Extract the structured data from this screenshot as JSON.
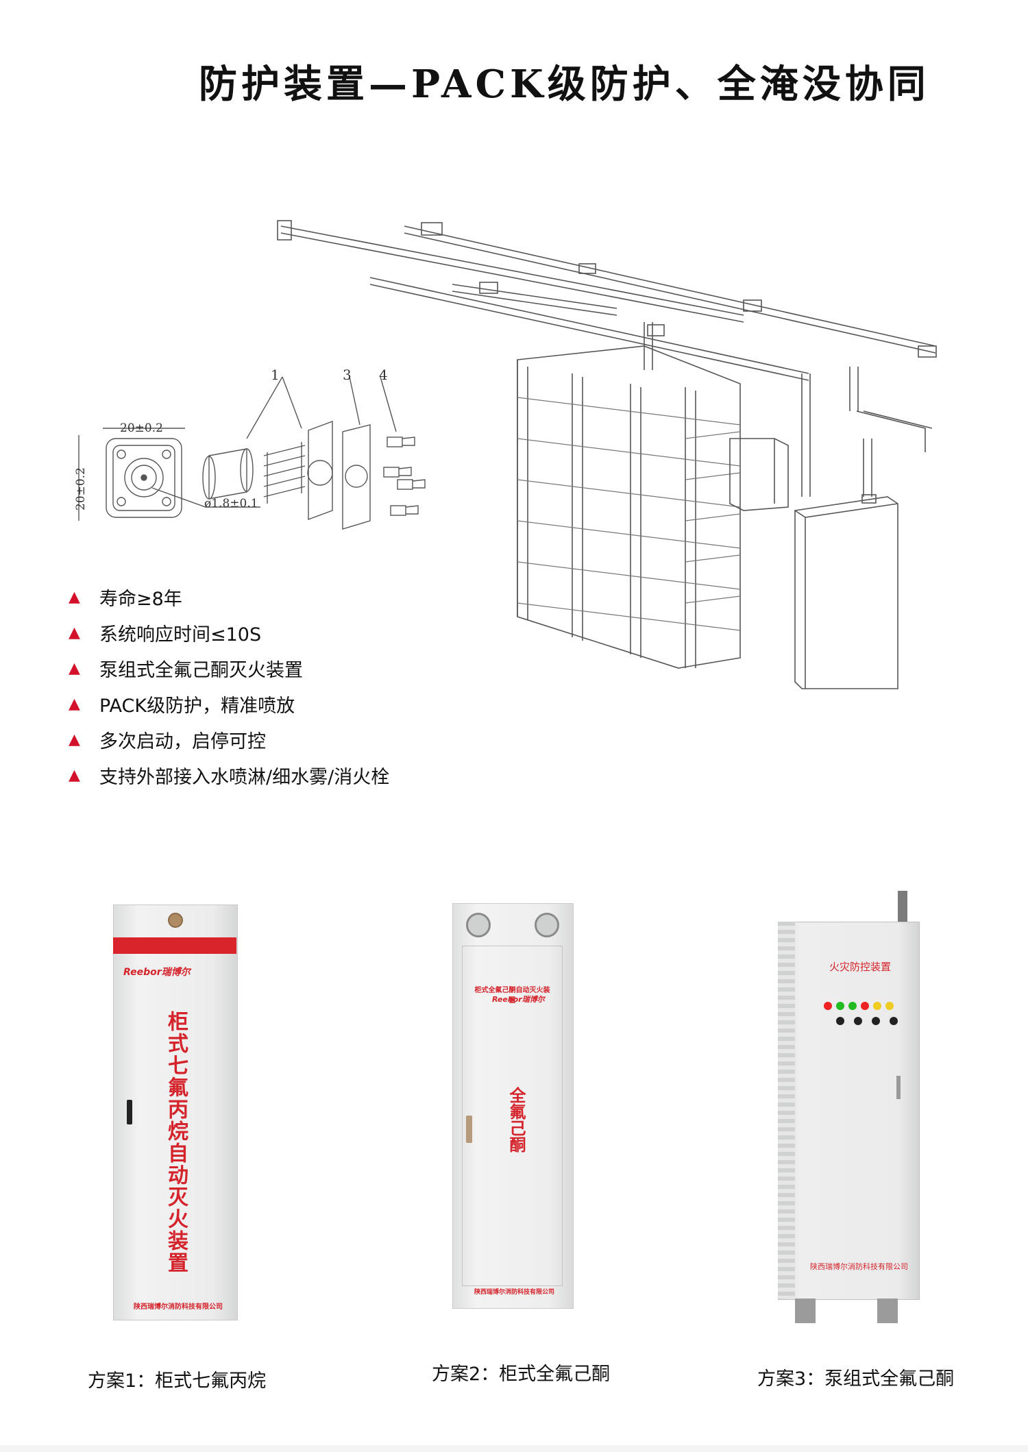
{
  "title": "防护装置—PACK级防护、全淹没协同",
  "diagram": {
    "callouts": [
      "1",
      "3",
      "4"
    ],
    "dim_width": "20±0.2",
    "dim_height": "20±0.2",
    "dim_hole": "ø1.8±0.1"
  },
  "features": [
    "寿命≥8年",
    "系统响应时间≤10S",
    "泵组式全氟己酮灭火装置",
    "PACK级防护，精准喷放",
    "多次启动，启停可控",
    "支持外部接入水喷淋/细水雾/消火栓"
  ],
  "products": [
    {
      "brand": "Reebor瑞博尔",
      "vertical_label": "柜式七氟丙烷自动灭火装置",
      "company": "陕西瑞博尔消防科技有限公司",
      "caption": "方案1：柜式七氟丙烷"
    },
    {
      "brand": "Reebor瑞博尔",
      "arc_label": "柜式全氟己酮自动灭火装置",
      "vertical_label": "全氟己酮",
      "company": "陕西瑞博尔消防科技有限公司",
      "caption": "方案2：柜式全氟己酮"
    },
    {
      "panel_title": "火灾防控装置",
      "company": "陕西瑞博尔消防科技有限公司",
      "caption": "方案3：泵组式全氟己酮"
    }
  ],
  "colors": {
    "accent_red": "#d3112b",
    "cabinet_grey": "#e9eaea"
  }
}
